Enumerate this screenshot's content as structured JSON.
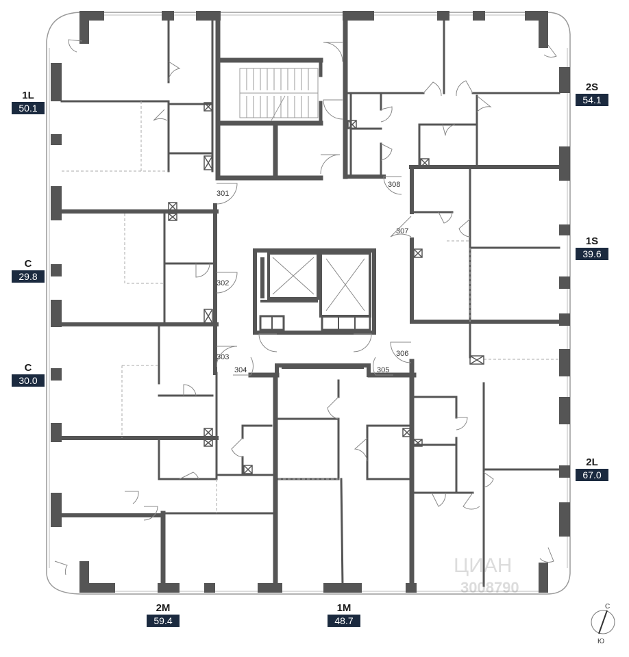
{
  "units": [
    {
      "id": "1L",
      "code": "1L",
      "area": "50.1"
    },
    {
      "id": "C-a",
      "code": "C",
      "area": "29.8"
    },
    {
      "id": "C-b",
      "code": "C",
      "area": "30.0"
    },
    {
      "id": "2S",
      "code": "2S",
      "area": "54.1"
    },
    {
      "id": "1S",
      "code": "1S",
      "area": "39.6"
    },
    {
      "id": "2L",
      "code": "2L",
      "area": "67.0"
    },
    {
      "id": "2M",
      "code": "2M",
      "area": "59.4"
    },
    {
      "id": "1M",
      "code": "1M",
      "area": "48.7"
    }
  ],
  "doors": [
    "301",
    "302",
    "303",
    "304",
    "305",
    "306",
    "307",
    "308"
  ],
  "compass": {
    "north": "С",
    "south": "Ю"
  },
  "watermark": {
    "brand": "ЦИАН",
    "number": "3008790"
  }
}
